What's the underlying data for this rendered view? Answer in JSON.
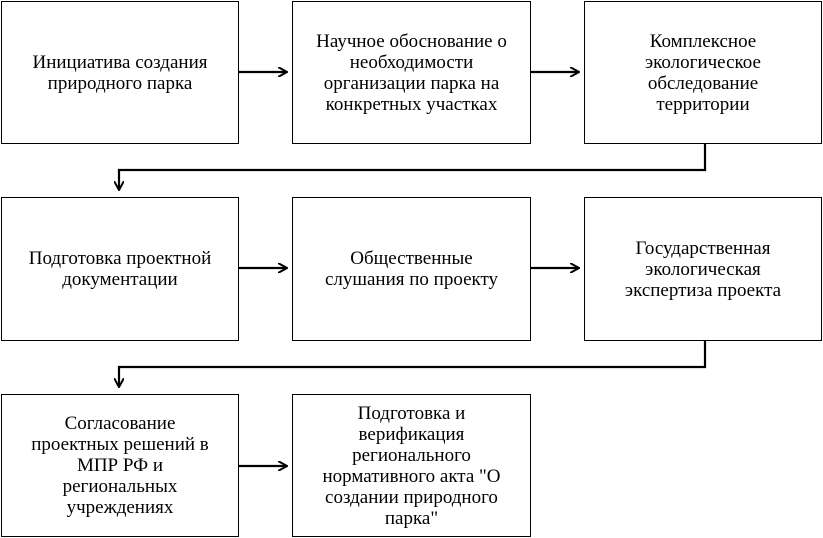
{
  "diagram": {
    "steps": [
      {
        "id": 1,
        "text": "Инициатива создания\nприродного парка"
      },
      {
        "id": 2,
        "text": "Научное обоснование о\nнеобходимости\nорганизации парка на\nконкретных участках"
      },
      {
        "id": 3,
        "text": "Комплексное\nэкологическое\nобследование\nтерритории"
      },
      {
        "id": 4,
        "text": "Подготовка проектной\nдокументации"
      },
      {
        "id": 5,
        "text": "Общественные\nслушания по проекту"
      },
      {
        "id": 6,
        "text": "Государственная\nэкологическая\nэкспертиза проекта"
      },
      {
        "id": 7,
        "text": "Согласование\nпроектных решений в\nМПР РФ и\nрегиональных\nучреждениях"
      },
      {
        "id": 8,
        "text": "Подготовка и\nверификация\nрегионального\nнормативного акта \"О\nсоздании природного\nпарка\""
      }
    ]
  }
}
